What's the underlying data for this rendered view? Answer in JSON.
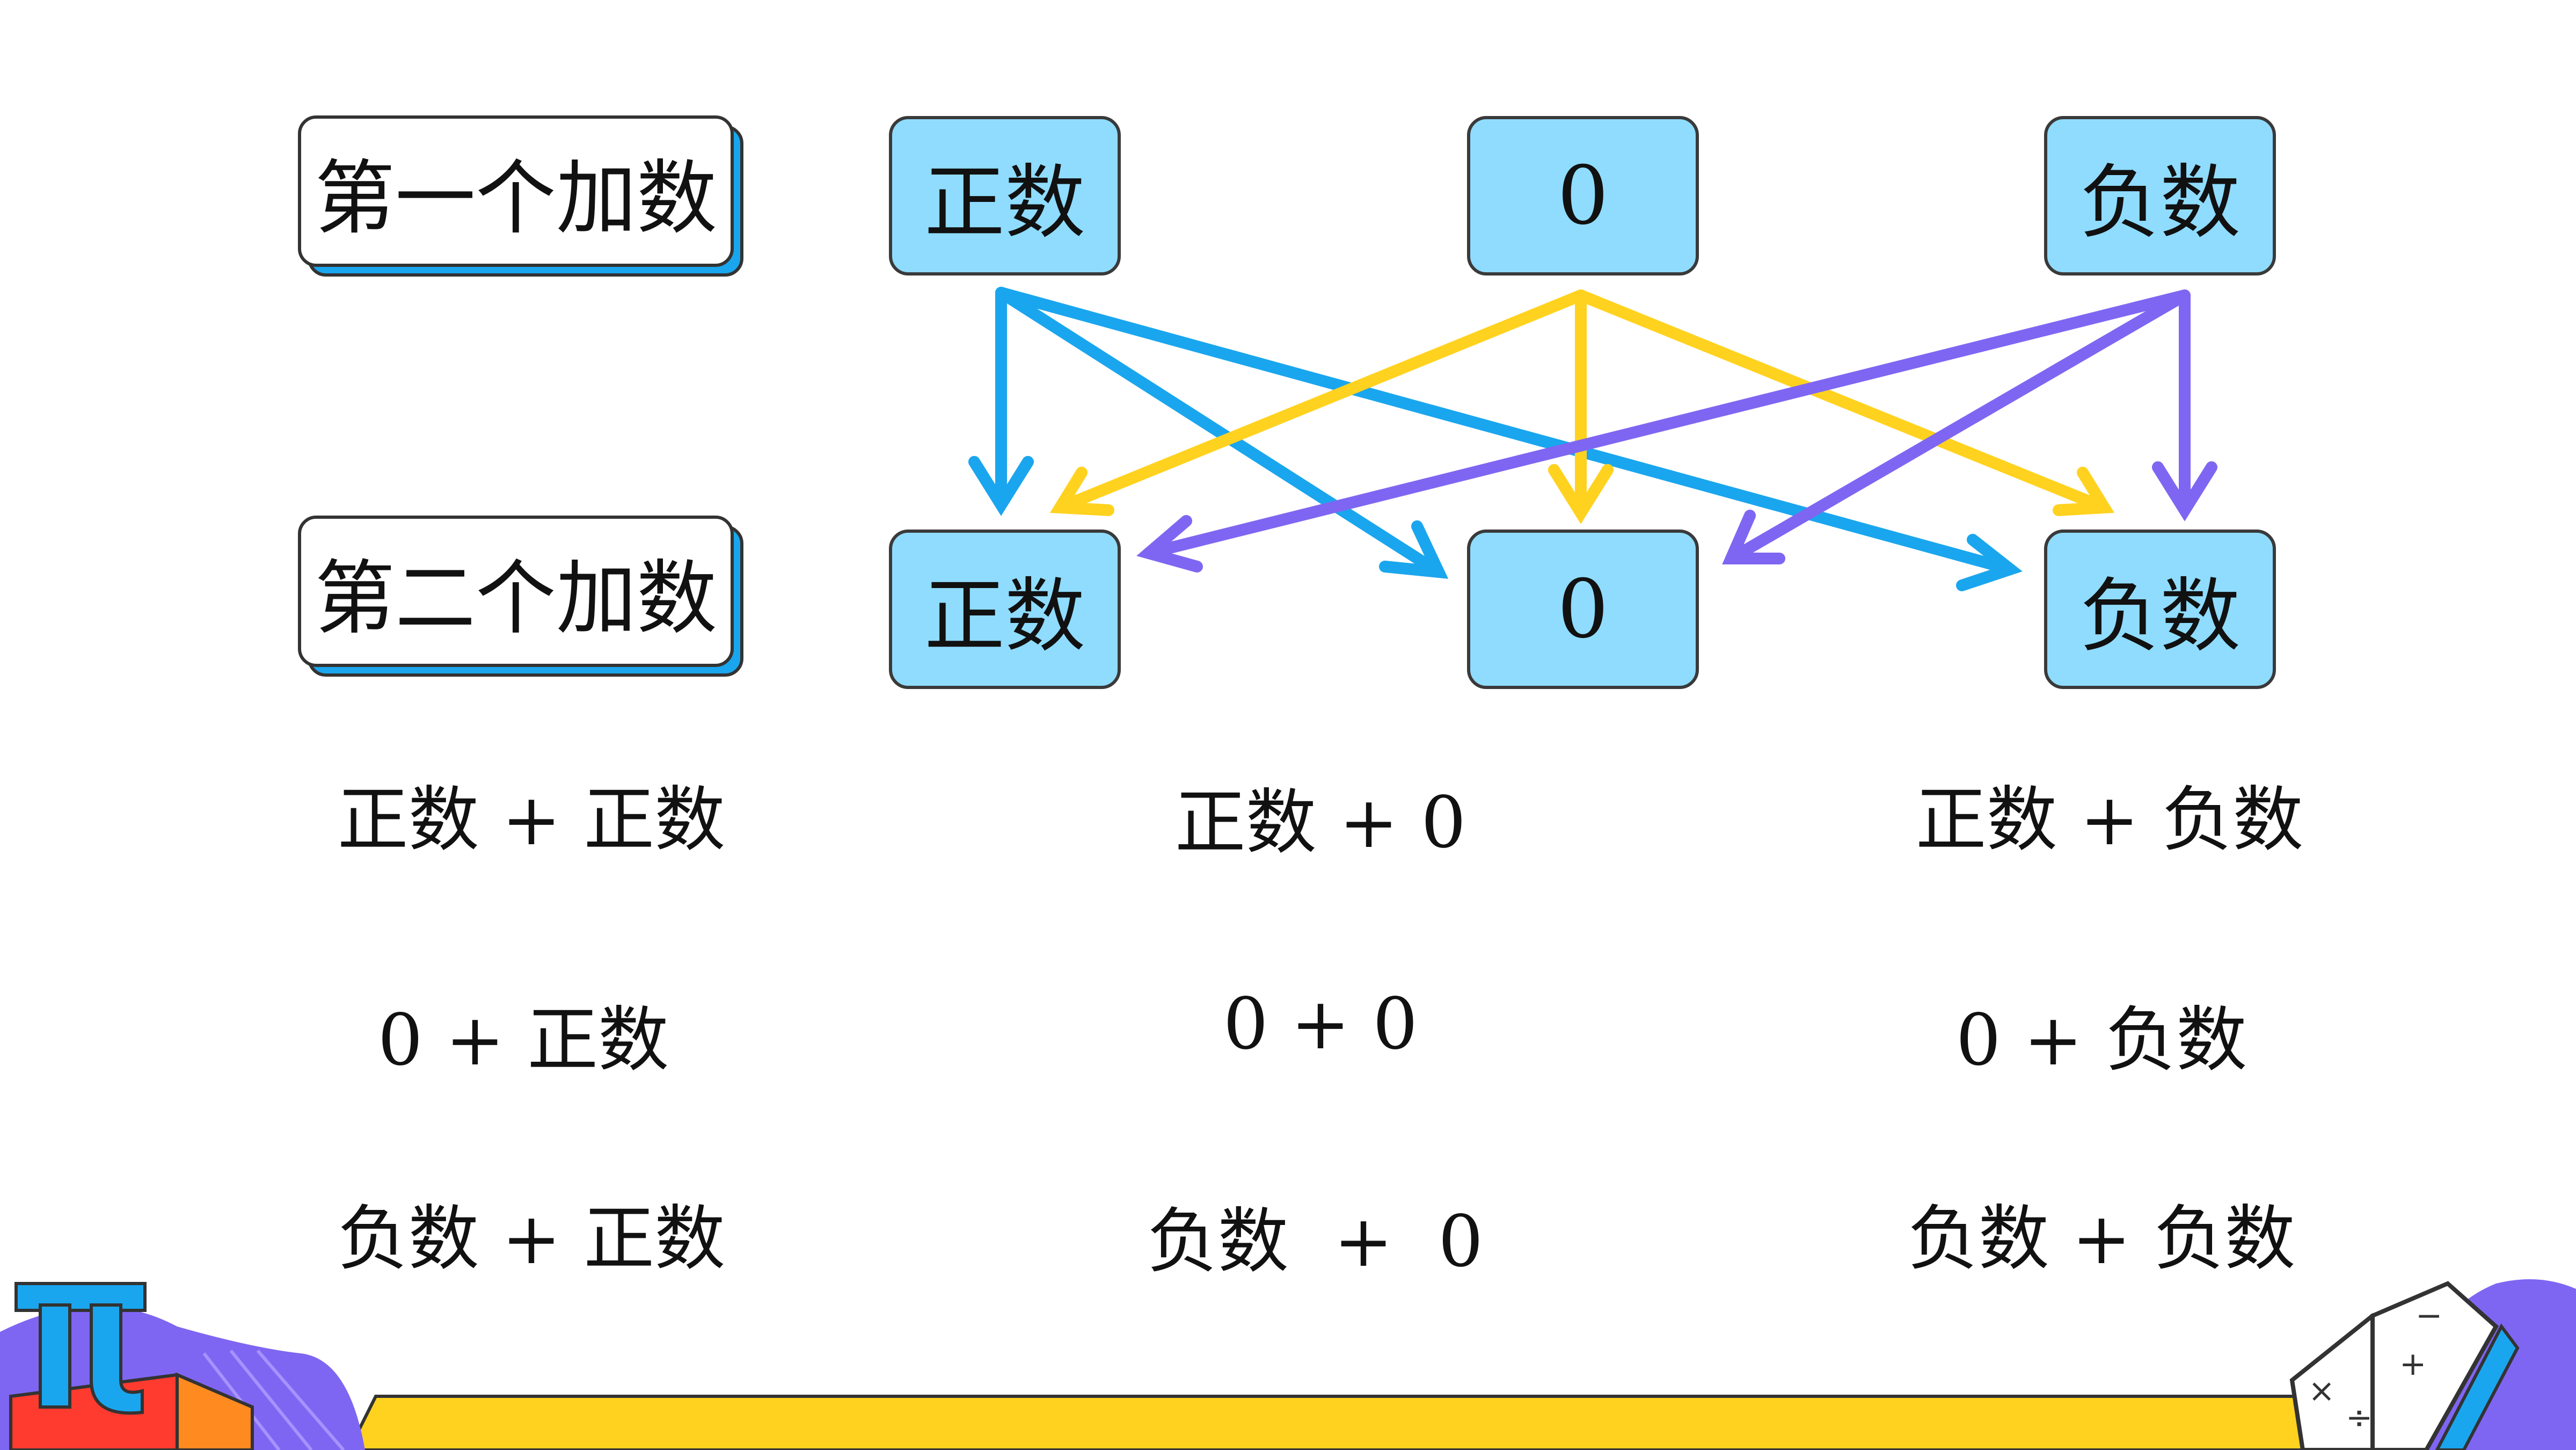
{
  "row_labels": {
    "first": "第一个加数",
    "second": "第二个加数"
  },
  "top_nodes": [
    "正数",
    "0",
    "负数"
  ],
  "bottom_nodes": [
    "正数",
    "0",
    "负数"
  ],
  "expressions": {
    "row1": [
      "正数 + 正数",
      "正数 + 0",
      "正数 + 负数"
    ],
    "row2": [
      "0 + 正数",
      "0 + 0",
      "0 + 负数"
    ],
    "row3": [
      "负数 + 正数",
      "负数  +  0",
      "负数 + 负数"
    ]
  },
  "colors": {
    "node_fill": "#8fdcff",
    "arrow_positive": "#1aa6ee",
    "arrow_zero": "#ffd21f",
    "arrow_negative": "#7f66f2",
    "footer_band": "#ffd21f",
    "shadow_blue": "#1aa6ee"
  },
  "icons": {
    "corner_left": "pi-icon",
    "corner_right": "open-book-icon"
  }
}
